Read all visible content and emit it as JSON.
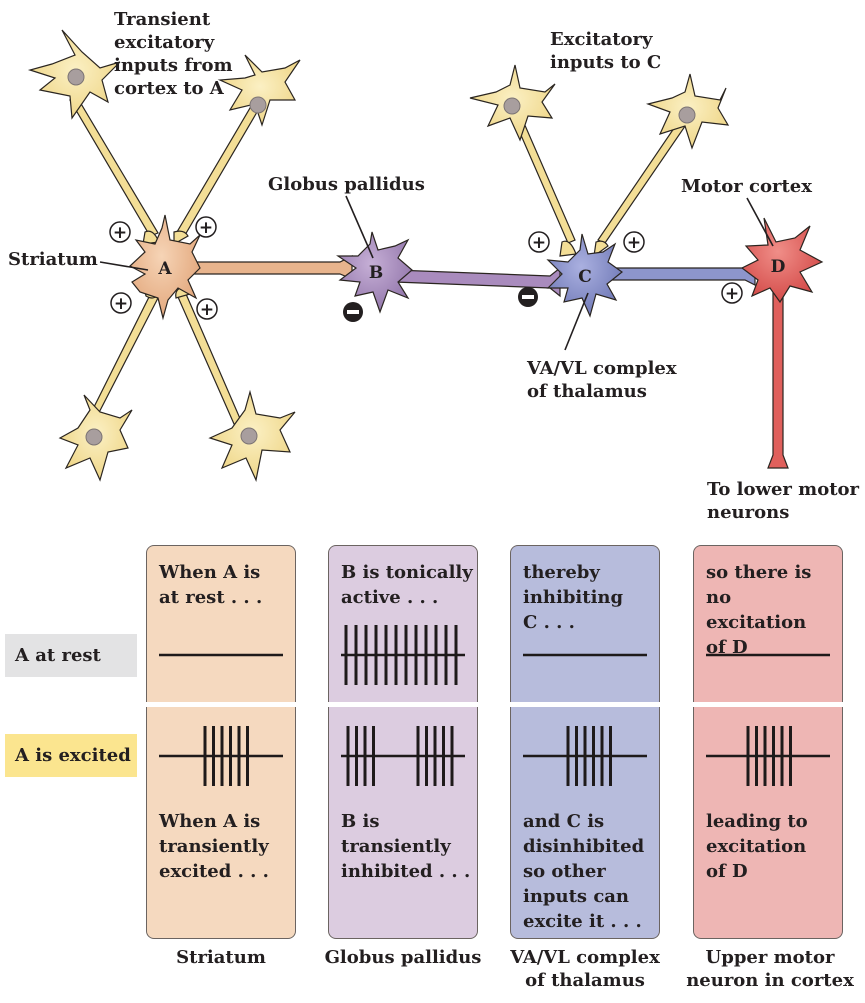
{
  "diagram": {
    "labels": {
      "transient_inputs": "Transient\nexcitatory\ninputs from\ncortex to A",
      "excitatory_inputs_c": "Excitatory\ninputs to C",
      "globus_pallidus": "Globus pallidus",
      "motor_cortex": "Motor cortex",
      "striatum": "Striatum",
      "vavl": "VA/VL complex\nof thalamus",
      "to_lower": "To lower motor\nneurons"
    },
    "neurons": [
      {
        "id": "A",
        "label": "A",
        "region": "Striatum",
        "color": "#eab58f"
      },
      {
        "id": "B",
        "label": "B",
        "region": "Globus pallidus",
        "color": "#a98bbd"
      },
      {
        "id": "C",
        "label": "C",
        "region": "VA/VL complex of thalamus",
        "color": "#8d95cc"
      },
      {
        "id": "D",
        "label": "D",
        "region": "Motor cortex",
        "color": "#e0605c"
      }
    ],
    "input_neuron_color": "#f3de96",
    "synapses": [
      {
        "from": "cortex",
        "to": "A",
        "sign": "+"
      },
      {
        "from": "A",
        "to": "B",
        "sign": "-"
      },
      {
        "from": "B",
        "to": "C",
        "sign": "-"
      },
      {
        "from": "cortex",
        "to": "C",
        "sign": "+"
      },
      {
        "from": "C",
        "to": "D",
        "sign": "+"
      }
    ]
  },
  "rows": {
    "rest": {
      "label": "A at rest",
      "color": "#e3e3e4"
    },
    "excited": {
      "label": "A is excited",
      "color": "#fbe58f"
    }
  },
  "columns": [
    {
      "name": "Striatum",
      "color": "#f5d9bf",
      "rest_text": "When A is\nat rest . . .",
      "excited_text": "When A is\ntransiently\nexcited . . .",
      "caption": "Striatum",
      "rest_spikes": 0,
      "excited_spikes": "burst of 6"
    },
    {
      "name": "Globus pallidus",
      "color": "#dccce0",
      "rest_text": "B is tonically\nactive . . .",
      "excited_text": "B is\ntransiently\ninhibited . . .",
      "caption": "Globus pallidus",
      "rest_spikes": "tonic, 12",
      "excited_spikes": "4, pause, 5"
    },
    {
      "name": "VA/VL complex of thalamus",
      "color": "#b7bcdc",
      "rest_text": "thereby\ninhibiting\nC . . .",
      "excited_text": "and C is\ndisinhibited\nso other\ninputs can\nexcite it . . .",
      "caption": "VA/VL complex\nof thalamus",
      "rest_spikes": 0,
      "excited_spikes": "burst of 6"
    },
    {
      "name": "Upper motor neuron in cortex",
      "color": "#eeb6b4",
      "rest_text": "so there is no\nexcitation\nof D",
      "excited_text": "leading to\nexcitation\nof D",
      "caption": "Upper motor\nneuron in cortex",
      "rest_spikes": 0,
      "excited_spikes": "burst of 6"
    }
  ]
}
